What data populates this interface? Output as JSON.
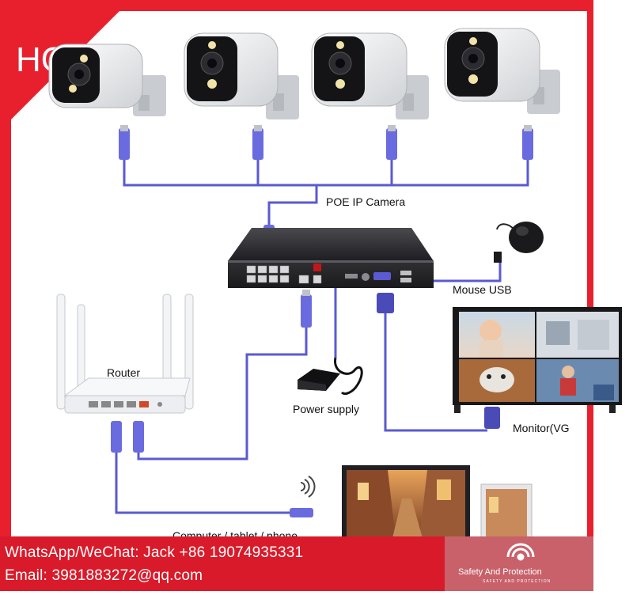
{
  "badge": {
    "text": "HOT"
  },
  "labels": {
    "poe_camera": "POE IP Camera",
    "router": "Router",
    "mouse": "Mouse USB",
    "power": "Power supply",
    "monitor": "Monitor(VG",
    "computer": "Computer / tablet / phone"
  },
  "footer": {
    "whatsapp": "WhatsApp/WeChat: Jack +86 19074935331",
    "email": "Email: 3981883272@qq.com",
    "brand": "Safety And Protection",
    "brand_sub": "SAFETY AND PROTECTION"
  },
  "colors": {
    "frame": "#e8202e",
    "cable": "#5a5ad2",
    "footer_bg": "#d91a2a",
    "footer_right": "#c8616a"
  }
}
